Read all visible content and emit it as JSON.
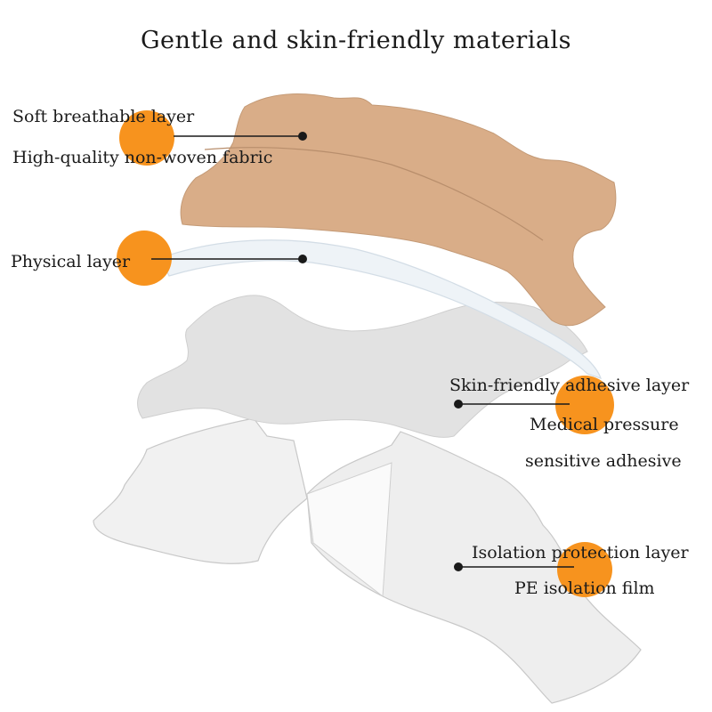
{
  "title": "Gentle and skin-friendly materials",
  "layers": [
    {
      "name": "Soft breathable layer",
      "detail": "High-quality non-woven fabric"
    },
    {
      "name": "Physical layer"
    },
    {
      "name": "Skin-friendly adhesive layer",
      "detail_line1": "Medical pressure",
      "detail_line2": "sensitive adhesive"
    },
    {
      "name": "Isolation protection layer",
      "detail": "PE isolation film"
    }
  ],
  "colors": {
    "fabric": "#d9ad88",
    "fabric_shadow": "#c99d78",
    "physical": "#eef3f7",
    "adhesive": "#e2e2e2",
    "film": "#f1f1f1",
    "marker": "#f7931e",
    "leader": "#1a1a1a"
  }
}
